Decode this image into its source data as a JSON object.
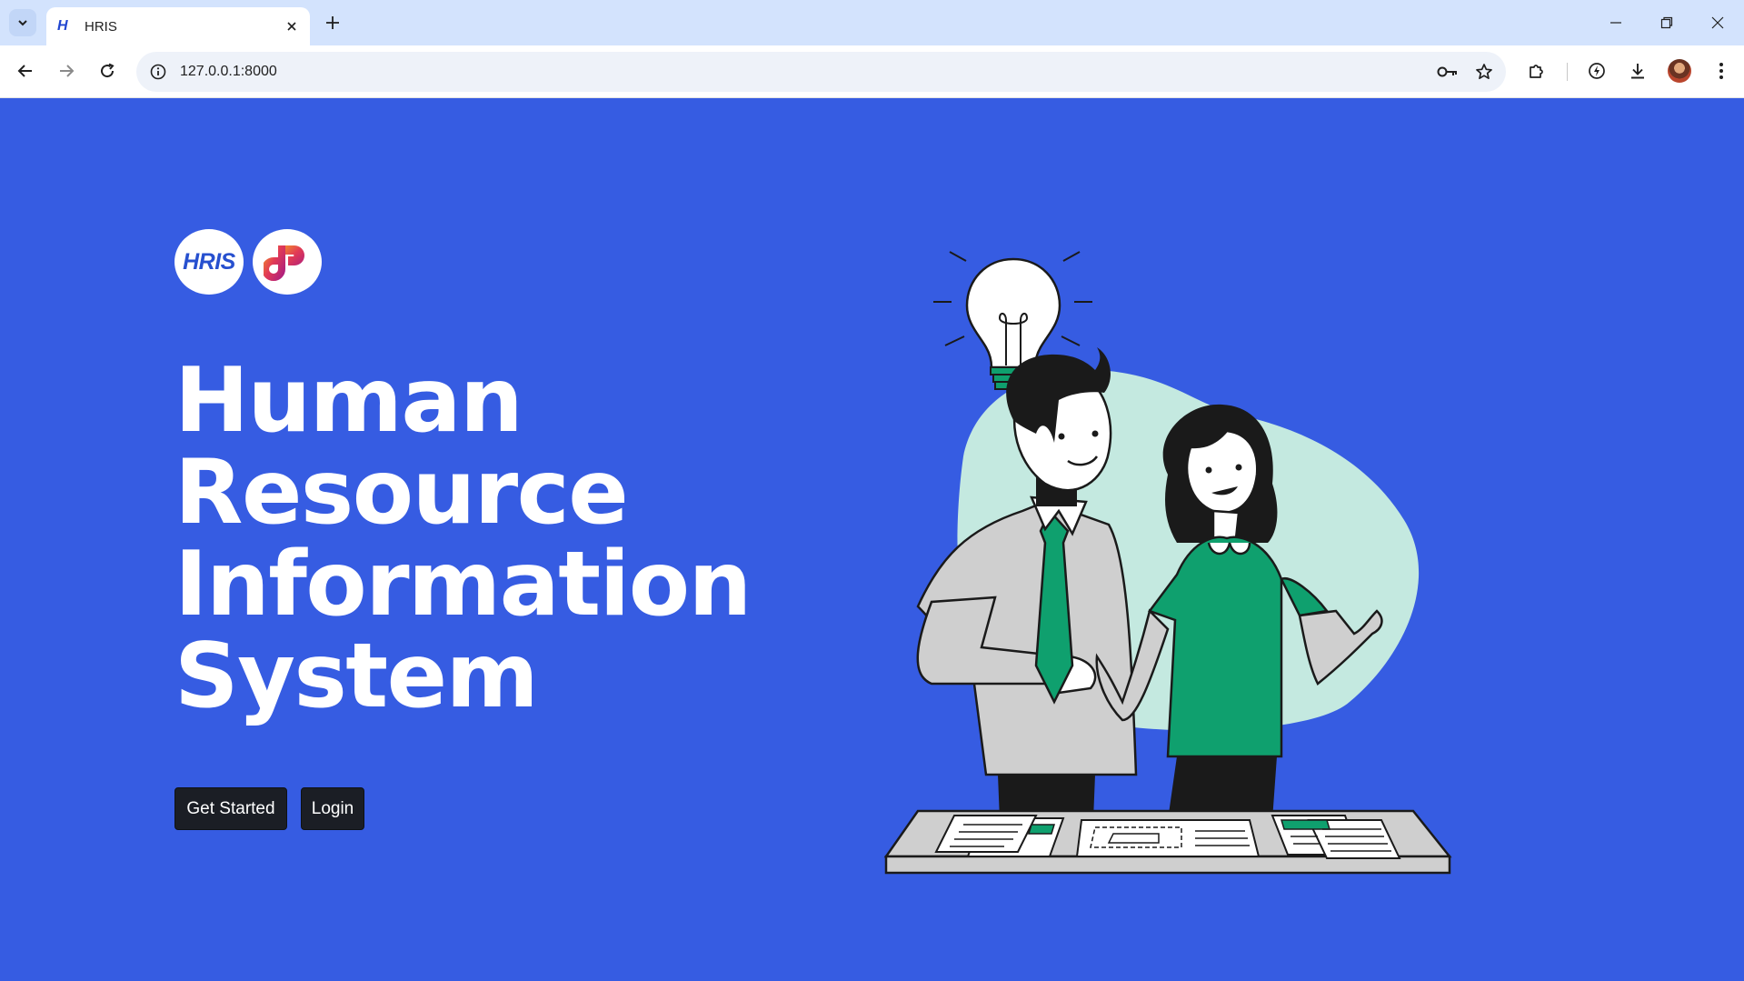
{
  "browser": {
    "tab": {
      "favicon_text": "H",
      "title": "HRIS"
    },
    "address": {
      "url": "127.0.0.1:8000"
    }
  },
  "page": {
    "logos": [
      {
        "name": "hris-logo",
        "text": "HRIS"
      },
      {
        "name": "partner-logo",
        "text": ""
      }
    ],
    "hero": {
      "title_lines": [
        "Human",
        "Resource",
        "Information",
        "System"
      ]
    },
    "buttons": {
      "get_started": "Get Started",
      "login": "Login"
    },
    "colors": {
      "background": "#365ce2",
      "button": "#1b1e25",
      "accent_green": "#0fa06e",
      "blob": "#c4e9e0"
    }
  }
}
